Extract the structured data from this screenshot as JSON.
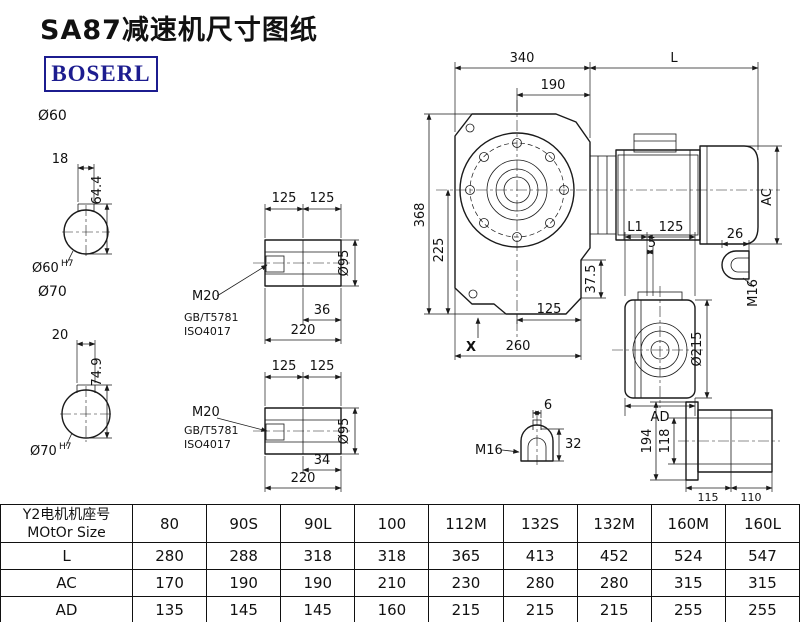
{
  "title": "SA87减速机尺寸图纸",
  "logo": "BOSERL",
  "colors": {
    "logo": "#1c1c8f",
    "line": "#1a1a1a",
    "background": "#ffffff"
  },
  "dims": {
    "top_340": "340",
    "top_L": "L",
    "top_190": "190",
    "left_368": "368",
    "left_225": "225",
    "right_AC": "AC",
    "v_375": "37.5",
    "bot_125": "125",
    "bot_260": "260",
    "x_mark": "X",
    "sv_L1": "L1",
    "sv_125": "125",
    "sv_5": "5",
    "sv_26": "26",
    "sv_M16": "M16",
    "sv_D215": "Ø215",
    "sv_AD": "AD",
    "kw_6": "6",
    "kw_32": "32",
    "kw_M16": "M16",
    "br_194": "194",
    "br_118": "118",
    "br_115": "115",
    "br_110": "110",
    "c1_D60": "Ø60",
    "c1_18": "18",
    "c1_644": "64.4",
    "c1_D60H7": "Ø60",
    "c1_H7": "H7",
    "c2_D70": "Ø70",
    "c2_20": "20",
    "c2_749": "74.9",
    "c2_D70H7": "Ø70",
    "c2_H7": "H7",
    "sh1_125a": "125",
    "sh1_125b": "125",
    "sh1_M20": "M20",
    "sh1_gb": "GB/T5781",
    "sh1_iso": "ISO4017",
    "sh1_36": "36",
    "sh1_220": "220",
    "sh1_D95": "Ø95",
    "sh2_125a": "125",
    "sh2_125b": "125",
    "sh2_M20": "M20",
    "sh2_gb": "GB/T5781",
    "sh2_iso": "ISO4017",
    "sh2_34": "34",
    "sh2_220": "220",
    "sh2_D95": "Ø95"
  },
  "table": {
    "header_cn": "Y2电机机座号",
    "header_en": "MOtOr Size",
    "sizes": [
      "80",
      "90S",
      "90L",
      "100",
      "112M",
      "132S",
      "132M",
      "160M",
      "160L"
    ],
    "rows": [
      {
        "label": "L",
        "values": [
          "280",
          "288",
          "318",
          "318",
          "365",
          "413",
          "452",
          "524",
          "547"
        ]
      },
      {
        "label": "AC",
        "values": [
          "170",
          "190",
          "190",
          "210",
          "230",
          "280",
          "280",
          "315",
          "315"
        ]
      },
      {
        "label": "AD",
        "values": [
          "135",
          "145",
          "145",
          "160",
          "215",
          "215",
          "215",
          "255",
          "255"
        ]
      }
    ]
  }
}
